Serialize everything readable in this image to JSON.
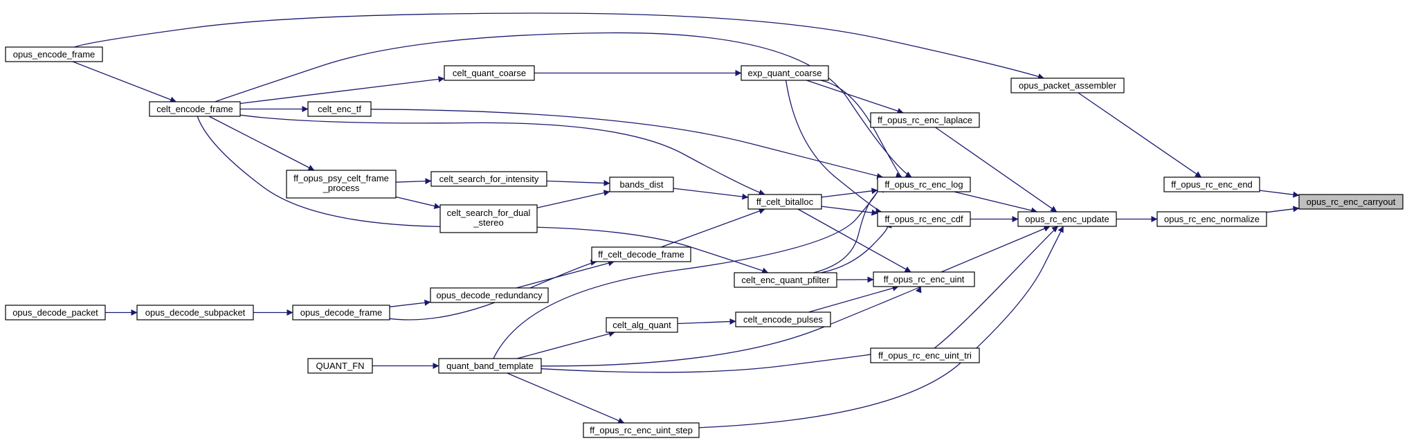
{
  "diagram": {
    "nodes": [
      {
        "id": "carryout",
        "label": "opus_rc_enc_carryout",
        "highlighted": true
      },
      {
        "id": "enc_end",
        "label": "ff_opus_rc_enc_end"
      },
      {
        "id": "normalize",
        "label": "opus_rc_enc_normalize"
      },
      {
        "id": "packet_assembler",
        "label": "opus_packet_assembler"
      },
      {
        "id": "enc_update",
        "label": "opus_rc_enc_update"
      },
      {
        "id": "encode_frame",
        "label": "opus_encode_frame"
      },
      {
        "id": "laplace",
        "label": "ff_opus_rc_enc_laplace"
      },
      {
        "id": "enc_log",
        "label": "ff_opus_rc_enc_log"
      },
      {
        "id": "enc_cdf",
        "label": "ff_opus_rc_enc_cdf"
      },
      {
        "id": "enc_uint",
        "label": "ff_opus_rc_enc_uint"
      },
      {
        "id": "uint_tri",
        "label": "ff_opus_rc_enc_uint_tri"
      },
      {
        "id": "uint_step",
        "label": "ff_opus_rc_enc_uint_step"
      },
      {
        "id": "exp_qc",
        "label": "exp_quant_coarse"
      },
      {
        "id": "quant_coarse",
        "label": "celt_quant_coarse"
      },
      {
        "id": "celt_enc_frame",
        "label": "celt_encode_frame"
      },
      {
        "id": "enc_tf",
        "label": "celt_enc_tf"
      },
      {
        "id": "psy",
        "label": [
          "ff_opus_psy_celt_frame",
          "_process"
        ]
      },
      {
        "id": "search_int",
        "label": "celt_search_for_intensity"
      },
      {
        "id": "search_dual",
        "label": [
          "celt_search_for_dual",
          "_stereo"
        ]
      },
      {
        "id": "bands_dist",
        "label": "bands_dist"
      },
      {
        "id": "bitalloc",
        "label": "ff_celt_bitalloc"
      },
      {
        "id": "decode_celt",
        "label": "ff_celt_decode_frame"
      },
      {
        "id": "pfilter",
        "label": "celt_enc_quant_pfilter"
      },
      {
        "id": "pulses",
        "label": "celt_encode_pulses"
      },
      {
        "id": "alg_quant",
        "label": "celt_alg_quant"
      },
      {
        "id": "redundancy",
        "label": "opus_decode_redundancy"
      },
      {
        "id": "decode_frame",
        "label": "opus_decode_frame"
      },
      {
        "id": "subpacket",
        "label": "opus_decode_subpacket"
      },
      {
        "id": "decode_packet",
        "label": "opus_decode_packet"
      },
      {
        "id": "quant_fn",
        "label": "QUANT_FN"
      },
      {
        "id": "qbt",
        "label": "quant_band_template"
      }
    ],
    "edges": [
      {
        "from": "enc_end",
        "to": "carryout"
      },
      {
        "from": "normalize",
        "to": "carryout"
      },
      {
        "from": "packet_assembler",
        "to": "enc_end"
      },
      {
        "from": "enc_update",
        "to": "normalize"
      },
      {
        "from": "encode_frame",
        "to": "packet_assembler"
      },
      {
        "from": "laplace",
        "to": "enc_update"
      },
      {
        "from": "enc_log",
        "to": "enc_update"
      },
      {
        "from": "enc_cdf",
        "to": "enc_update"
      },
      {
        "from": "enc_uint",
        "to": "enc_update"
      },
      {
        "from": "uint_tri",
        "to": "enc_update"
      },
      {
        "from": "uint_step",
        "to": "enc_update"
      },
      {
        "from": "exp_qc",
        "to": "laplace"
      },
      {
        "from": "exp_qc",
        "to": "enc_log"
      },
      {
        "from": "exp_qc",
        "to": "enc_cdf"
      },
      {
        "from": "quant_coarse",
        "to": "exp_qc"
      },
      {
        "from": "celt_enc_frame",
        "to": "quant_coarse"
      },
      {
        "from": "celt_enc_frame",
        "to": "enc_log"
      },
      {
        "from": "celt_enc_frame",
        "to": "enc_tf"
      },
      {
        "from": "celt_enc_frame",
        "to": "psy"
      },
      {
        "from": "celt_enc_frame",
        "to": "bitalloc"
      },
      {
        "from": "celt_enc_frame",
        "to": "pfilter"
      },
      {
        "from": "encode_frame",
        "to": "celt_enc_frame"
      },
      {
        "from": "enc_tf",
        "to": "enc_log"
      },
      {
        "from": "psy",
        "to": "search_int"
      },
      {
        "from": "psy",
        "to": "search_dual"
      },
      {
        "from": "search_int",
        "to": "bands_dist"
      },
      {
        "from": "search_dual",
        "to": "bands_dist"
      },
      {
        "from": "bands_dist",
        "to": "bitalloc"
      },
      {
        "from": "bitalloc",
        "to": "enc_log"
      },
      {
        "from": "bitalloc",
        "to": "enc_cdf"
      },
      {
        "from": "bitalloc",
        "to": "enc_uint"
      },
      {
        "from": "decode_celt",
        "to": "bitalloc"
      },
      {
        "from": "pfilter",
        "to": "enc_log"
      },
      {
        "from": "pfilter",
        "to": "enc_cdf"
      },
      {
        "from": "pfilter",
        "to": "enc_uint"
      },
      {
        "from": "pulses",
        "to": "enc_uint"
      },
      {
        "from": "alg_quant",
        "to": "pulses"
      },
      {
        "from": "redundancy",
        "to": "decode_celt"
      },
      {
        "from": "decode_frame",
        "to": "redundancy"
      },
      {
        "from": "decode_frame",
        "to": "decode_celt"
      },
      {
        "from": "subpacket",
        "to": "decode_frame"
      },
      {
        "from": "decode_packet",
        "to": "subpacket"
      },
      {
        "from": "quant_fn",
        "to": "qbt"
      },
      {
        "from": "qbt",
        "to": "alg_quant"
      },
      {
        "from": "qbt",
        "to": "enc_log"
      },
      {
        "from": "qbt",
        "to": "enc_uint"
      },
      {
        "from": "qbt",
        "to": "uint_tri"
      },
      {
        "from": "qbt",
        "to": "uint_step"
      }
    ]
  },
  "colors": {
    "edge": "#191970",
    "node_border": "#000000",
    "highlight_fill": "#bfbfbf"
  }
}
